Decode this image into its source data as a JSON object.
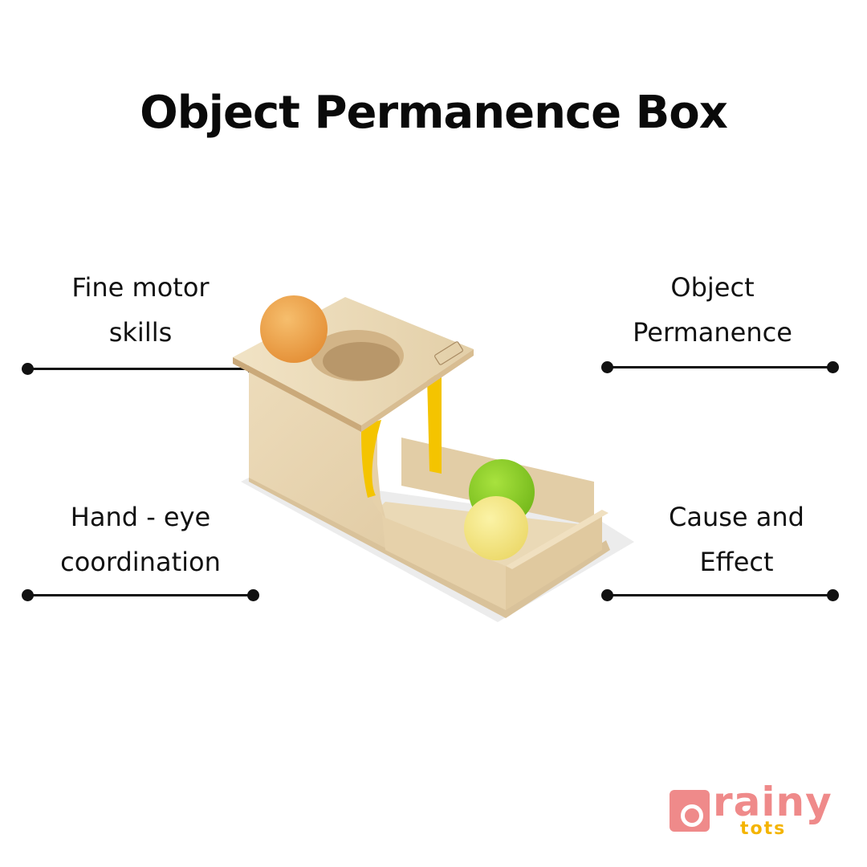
{
  "title": "Object Permanence Box",
  "features": {
    "fine_motor": {
      "line1": "Fine motor",
      "line2": "skills"
    },
    "object_permanence": {
      "line1": "Object",
      "line2": "Permanence"
    },
    "hand_eye": {
      "line1": "Hand - eye",
      "line2": "coordination"
    },
    "cause_effect": {
      "line1": "Cause and",
      "line2": "Effect"
    }
  },
  "logo": {
    "word": "rainy",
    "sub": "tots",
    "brand_color": "#ef8a8a",
    "accent_color": "#f4b400"
  },
  "colors": {
    "text": "#111111",
    "wood": "#e6d2ad",
    "ball_orange": "#f2a04a",
    "ball_green": "#8fd22a",
    "ball_yellow": "#f4e882",
    "divider_yellow": "#f4c400"
  }
}
